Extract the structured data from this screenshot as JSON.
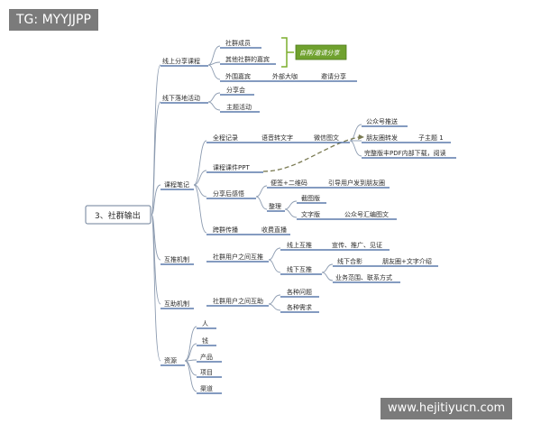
{
  "watermarks": {
    "top_left": "TG: MYYJJPP",
    "bottom_right": "www.hejitiyucn.com"
  },
  "root": "3、社群输出",
  "branches": {
    "online": "线上分享课程",
    "offline": "线下落地活动",
    "notes": "课程笔记",
    "mutual": "互推机制",
    "help": "互助机制",
    "resources": "资源"
  },
  "online": {
    "members": "社群成员",
    "other": "其他社群的嘉宾",
    "guest": "外围嘉宾",
    "outside": "外部大咖",
    "invite": "邀请分享",
    "callout": "自荐/邀请分享"
  },
  "offline": {
    "share": "分享会",
    "theme": "主题活动"
  },
  "notes": {
    "record": "全程记录",
    "voice": "语音转文字",
    "wechat": "微信图文",
    "official": "公众号推送",
    "moments": "朋友圈转发",
    "sub1": "子主题 1",
    "pdf": "完整版丰PDF内部下载，阅读",
    "ppt": "课程课件PPT",
    "insight": "分享后感悟",
    "poster": "便签+二维码",
    "guide": "引导用户发到朋友圈",
    "organize": "整理",
    "pic": "截图版",
    "text": "文字版",
    "summary": "公众号汇编图文",
    "spread": "跨群传播",
    "live": "收费直播"
  },
  "mutual": {
    "users": "社群用户之间互推",
    "online": "线上互推",
    "promo": "宣传、推广、见证",
    "offline": "线下互推",
    "photo": "线下合影",
    "moments": "朋友圈+文字介绍",
    "biz": "业务范围、联系方式"
  },
  "help": {
    "users": "社群用户之间互助",
    "questions": "各种问题",
    "needs": "各种需求"
  },
  "resources": {
    "people": "人",
    "money": "钱",
    "product": "产品",
    "project": "项目",
    "channel": "渠道"
  }
}
